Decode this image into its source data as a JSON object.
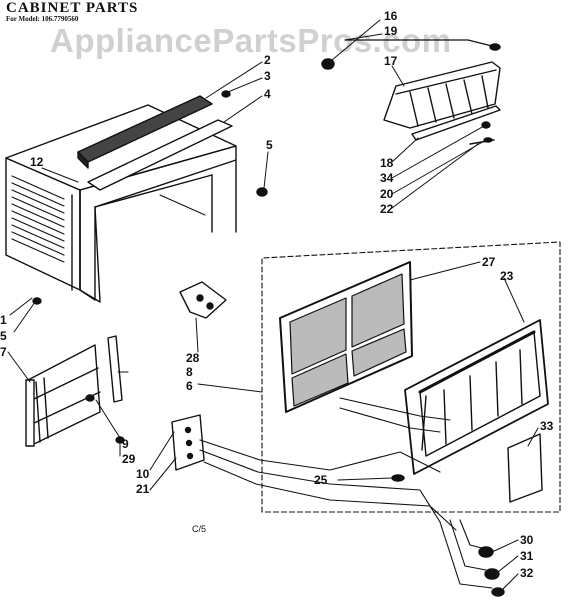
{
  "header": {
    "title": "CABINET PARTS",
    "model_line": "For Model: 106.7790560"
  },
  "watermark": "AppliancePartsPros.com",
  "code": "C/5",
  "callouts": {
    "c2": "2",
    "c3": "3",
    "c4": "4",
    "c5a": "5",
    "c12": "12",
    "c1": "1",
    "c5b": "5",
    "c7": "7",
    "c28": "28",
    "c8": "8",
    "c6": "6",
    "c9": "9",
    "c29": "29",
    "c10": "10",
    "c21": "21",
    "c16": "16",
    "c19": "19",
    "c17": "17",
    "c18": "18",
    "c34": "34",
    "c20": "20",
    "c22": "22",
    "c27": "27",
    "c23": "23",
    "c33": "33",
    "c25": "25",
    "c30": "30",
    "c31": "31",
    "c32": "32"
  }
}
